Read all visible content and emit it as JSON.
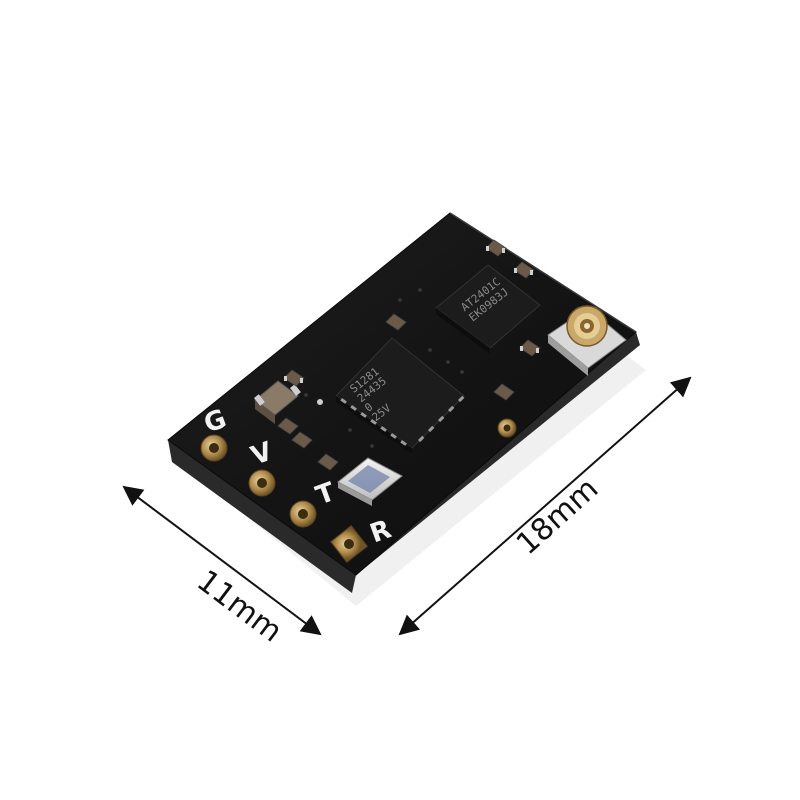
{
  "photo": {
    "subject": "receiver-board",
    "colors": {
      "background": "#ffffff",
      "pcb": "#141414",
      "pcb_edge": "#2a2a2a",
      "pad_gold": "#b08a4a",
      "chip": "#1c1c1c",
      "silkscreen": "#f2f2f2",
      "dimension_line": "#111111"
    }
  },
  "dimensions": {
    "width_label": "11mm",
    "length_label": "18mm"
  },
  "silkscreen": {
    "pad_labels": [
      "G",
      "V",
      "T",
      "R"
    ]
  },
  "chips": {
    "pa_chip_text": [
      "AT2401C",
      "EK0983J"
    ],
    "mcu_chip_text": [
      "S1281",
      "24435",
      "0",
      "25V"
    ]
  }
}
